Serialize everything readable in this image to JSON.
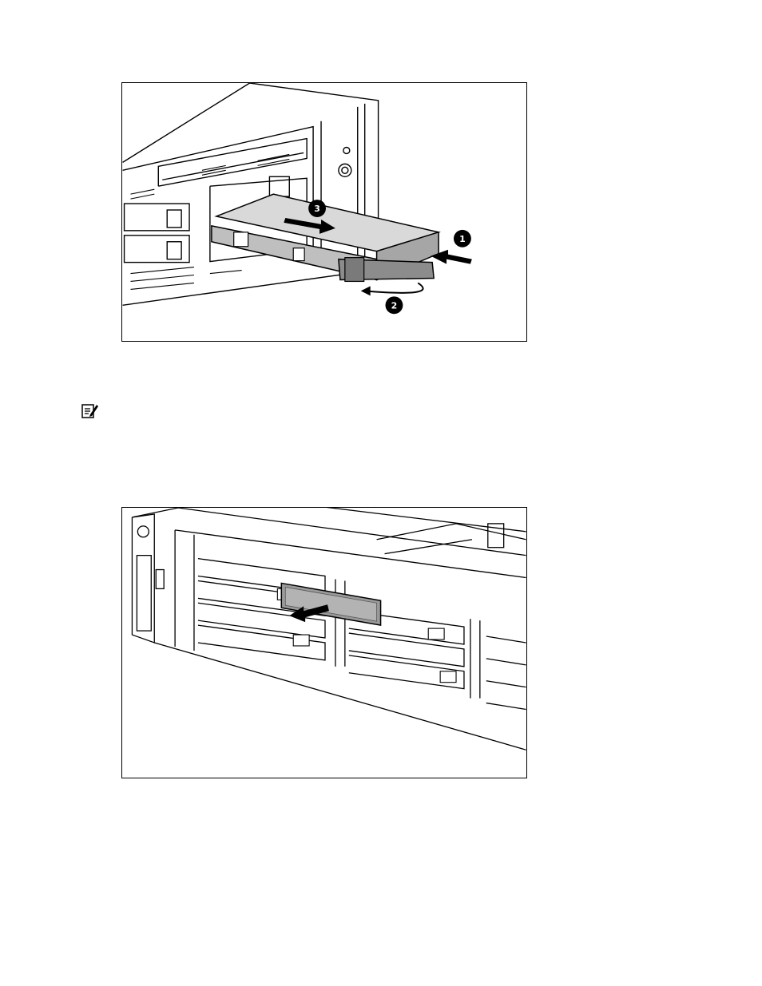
{
  "figures": [
    {
      "id": "hot-plug-drive-removal",
      "callouts": [
        "1",
        "2",
        "3"
      ]
    },
    {
      "id": "drive-bay-blank-removal"
    }
  ],
  "note": {
    "icon": "note-pencil-icon"
  },
  "colors": {
    "ink": "#000000",
    "drive_gray": "#d9d9d9",
    "lever_gray": "#8c8c8c",
    "blank_gray": "#9a9a9a"
  }
}
